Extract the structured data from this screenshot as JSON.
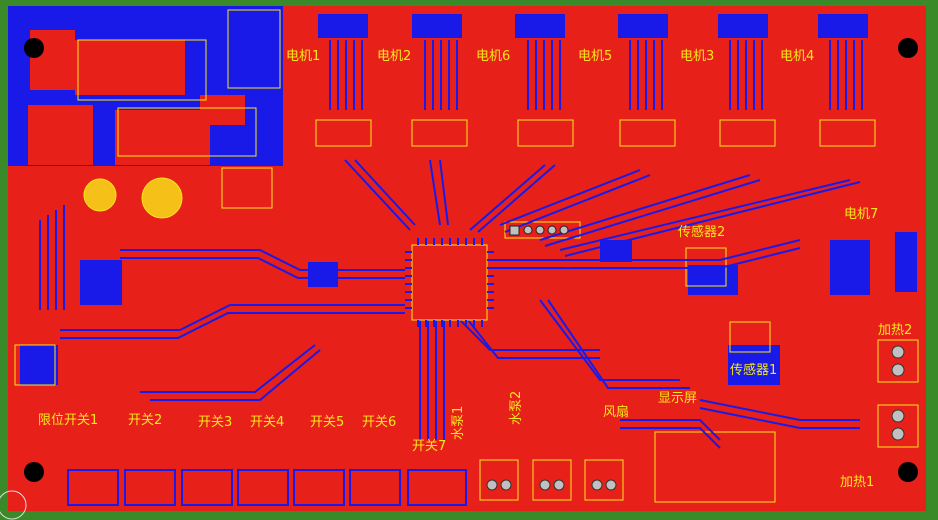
{
  "colors": {
    "background": "#000000",
    "board_edge": "#3a8a2a",
    "copper_top": "#e8201a",
    "copper_bottom": "#1a1ae8",
    "silkscreen": "#f5e81a",
    "pad": "#c0c0c0"
  },
  "labels": {
    "motor1": "电机1",
    "motor2": "电机2",
    "motor6": "电机6",
    "motor5": "电机5",
    "motor3": "电机3",
    "motor4": "电机4",
    "motor7": "电机7",
    "sensor2": "传感器2",
    "sensor1": "传感器1",
    "heat2": "加热2",
    "heat1": "加热1",
    "limit_switch1": "限位开关1",
    "switch2": "开关2",
    "switch3": "开关3",
    "switch4": "开关4",
    "switch5": "开关5",
    "switch6": "开关6",
    "switch7": "开关7",
    "water_pump1": "水泵1",
    "water_pump2": "水泵2",
    "fan": "风扇",
    "display": "显示屏"
  }
}
